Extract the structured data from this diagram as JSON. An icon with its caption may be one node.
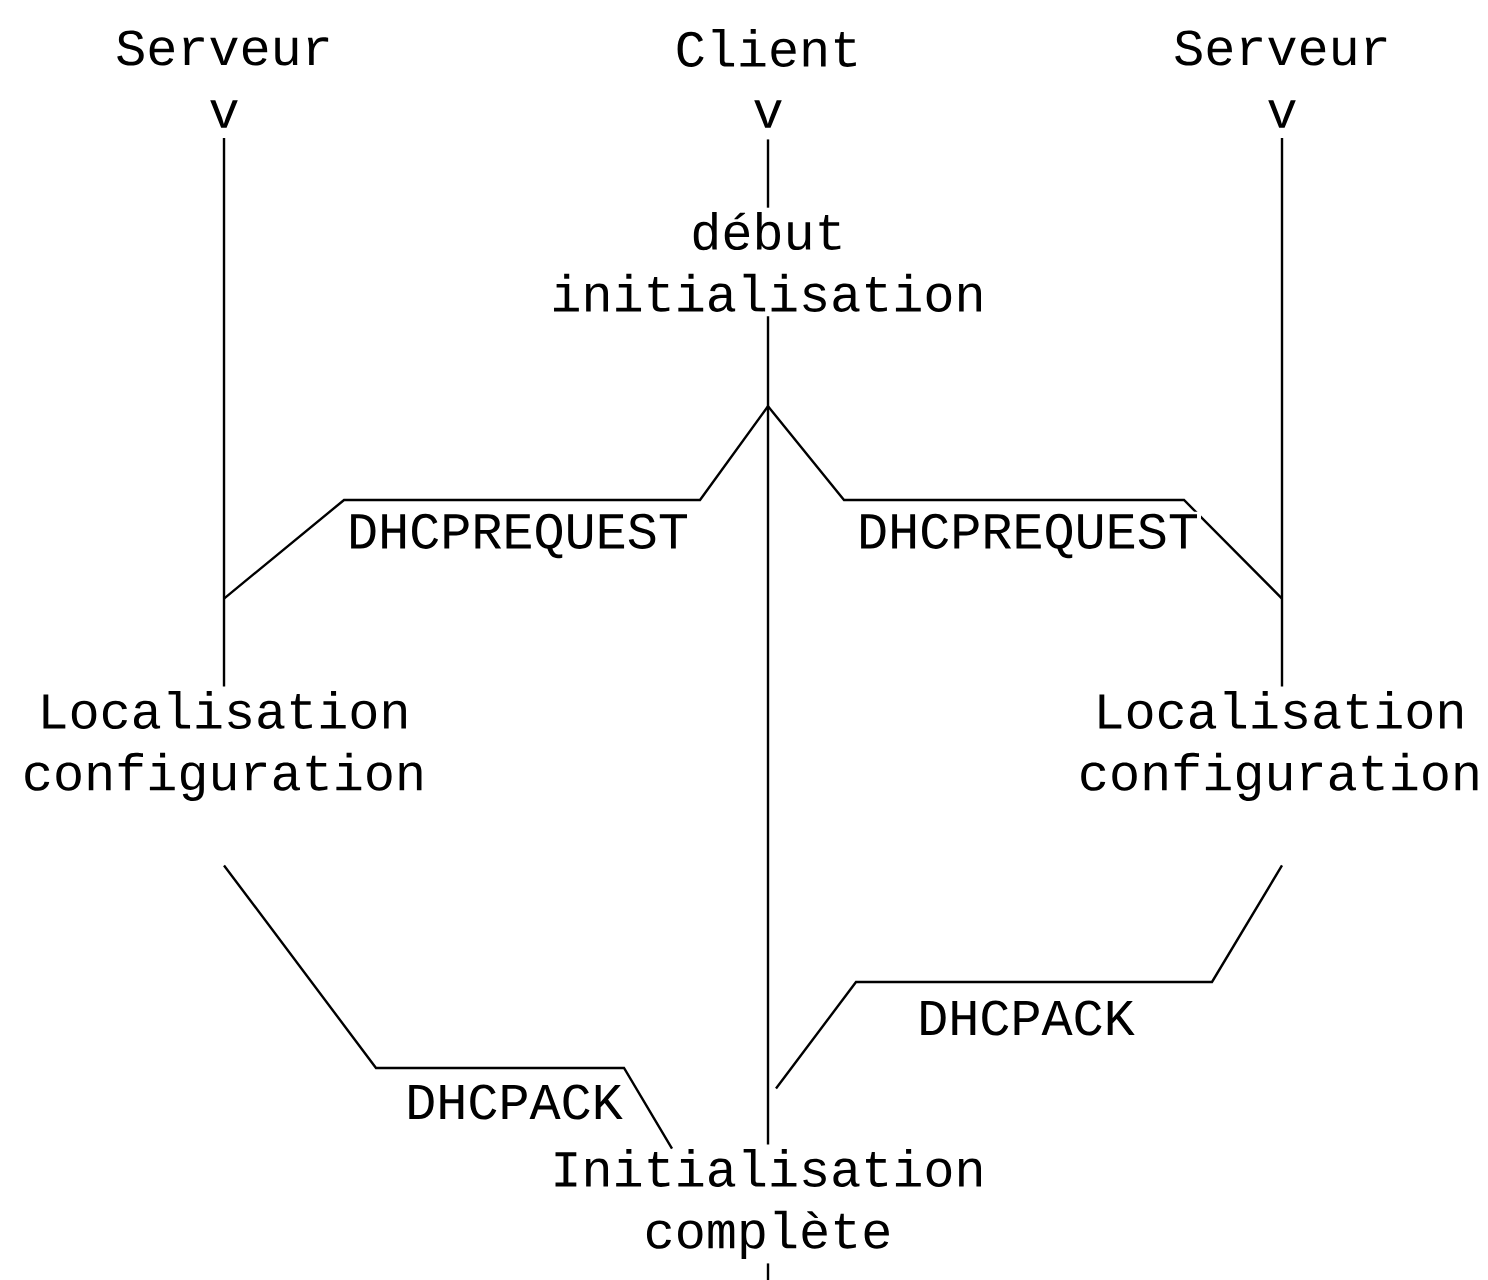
{
  "diagram": {
    "nodes": [
      {
        "text": [
          "Serveur"
        ]
      },
      {
        "text": [
          "Client"
        ]
      },
      {
        "text": [
          "Serveur"
        ]
      },
      {
        "text": [
          "début initialisation"
        ]
      },
      {
        "text": [
          "Localisation configuration"
        ]
      },
      {
        "text": [
          "Localisation configuration"
        ]
      },
      {
        "text": [
          "Initialisation complète"
        ]
      }
    ],
    "edges": [
      {
        "from": 0,
        "to": 4,
        "arrow": "none"
      },
      {
        "from": 1,
        "to": 3,
        "arrow": "none"
      },
      {
        "from": 2,
        "to": 5,
        "arrow": "none"
      },
      {
        "from": 3,
        "to": 6,
        "arrow": "none"
      },
      {
        "from": 3,
        "to": 4,
        "arrow": "none",
        "label": "DHCPREQUEST"
      },
      {
        "from": 3,
        "to": 5,
        "arrow": "none",
        "label": "DHCPREQUEST"
      },
      {
        "from": 4,
        "to": 6,
        "arrow": "none",
        "label": "DHCPACK"
      },
      {
        "from": 5,
        "to": 6,
        "arrow": "none",
        "label": "DHCPACK"
      }
    ],
    "labels": [
      "v",
      "v",
      "v"
    ]
  }
}
